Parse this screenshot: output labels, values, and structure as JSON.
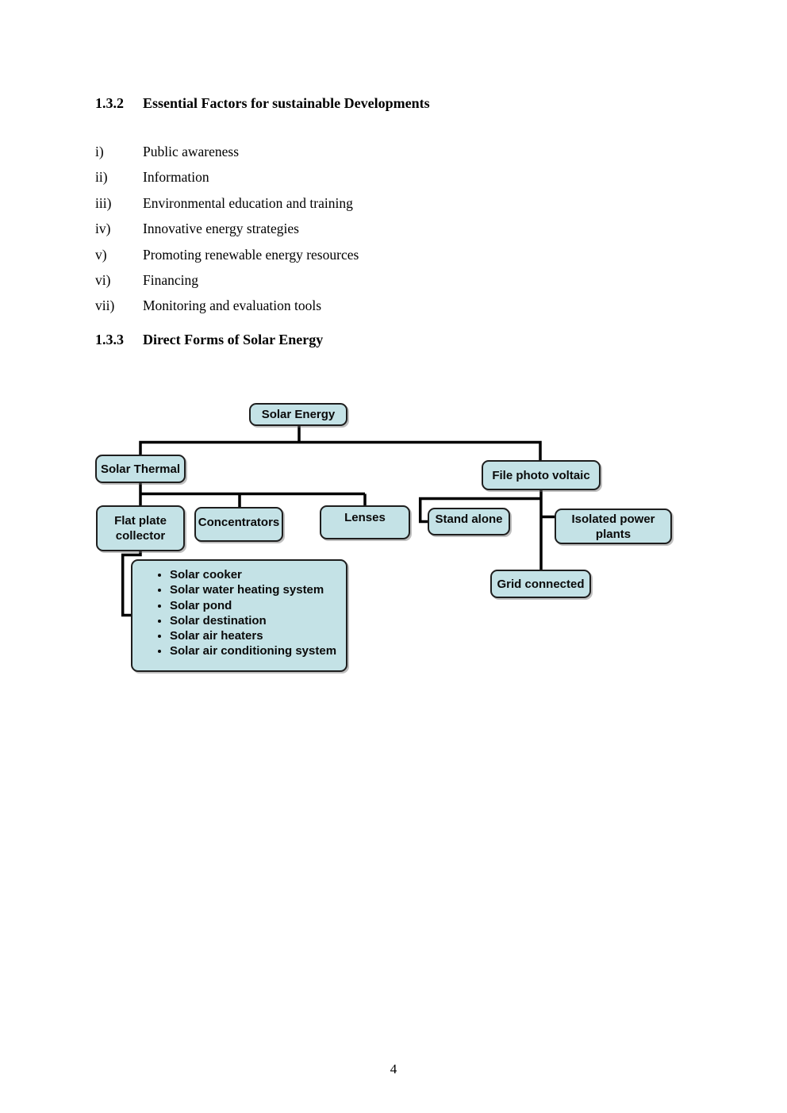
{
  "section_132": {
    "number": "1.3.2",
    "title": "Essential Factors for sustainable Developments",
    "items": [
      {
        "numeral": "i)",
        "text": "Public awareness"
      },
      {
        "numeral": "ii)",
        "text": "Information"
      },
      {
        "numeral": "iii)",
        "text": "Environmental education and training"
      },
      {
        "numeral": "iv)",
        "text": "Innovative energy strategies"
      },
      {
        "numeral": "v)",
        "text": "Promoting renewable energy resources"
      },
      {
        "numeral": "vi)",
        "text": "Financing"
      },
      {
        "numeral": "vii)",
        "text": "Monitoring and evaluation tools"
      }
    ]
  },
  "section_133": {
    "number": "1.3.3",
    "title": "Direct Forms of Solar Energy"
  },
  "diagram": {
    "colors": {
      "box_fill": "#c4e2e6",
      "box_border": "#1e1e1e",
      "connector": "#000000"
    },
    "nodes": {
      "solar_energy": "Solar Energy",
      "solar_thermal": "Solar Thermal",
      "flat_plate_line1": "Flat plate",
      "flat_plate_line2": "collector",
      "concentrators": "Concentrators",
      "lenses": "Lenses",
      "file_photo_voltaic": "File photo voltaic",
      "stand_alone": "Stand alone",
      "isolated_power_line1": "Isolated power",
      "isolated_power_line2": "plants",
      "grid_connected": "Grid connected"
    },
    "solar_thermal_applications": [
      "Solar cooker",
      "Solar water heating system",
      "Solar pond",
      "Solar destination",
      "Solar air heaters",
      "Solar air conditioning system"
    ]
  },
  "footer": {
    "page_number": "4"
  }
}
